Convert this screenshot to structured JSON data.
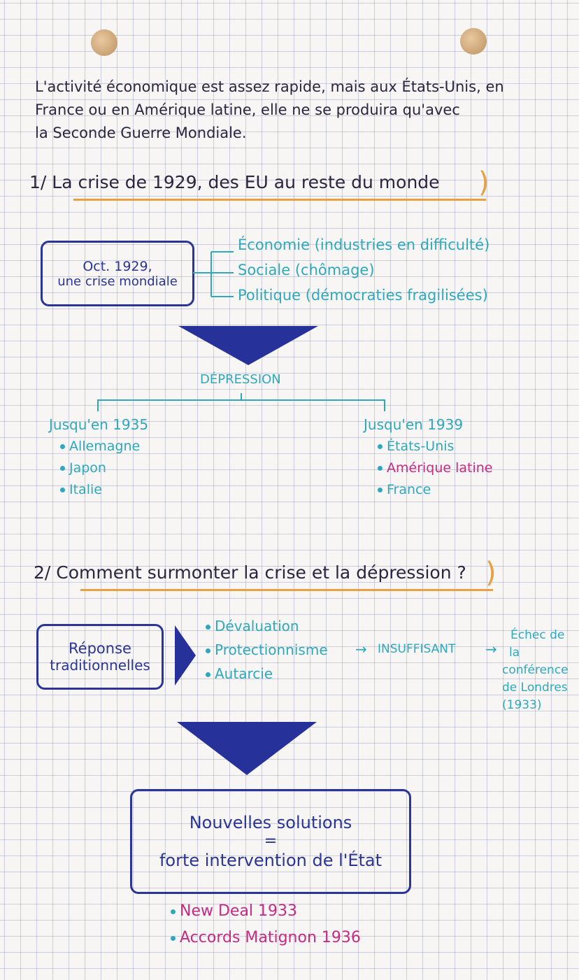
{
  "intro": {
    "line1": "L'activité économique est assez rapide, mais aux États-Unis, en",
    "line2": "France ou en Amérique latine, elle ne se produira qu'avec",
    "line3": "la Seconde Guerre Mondiale."
  },
  "section1": {
    "title": "1/ La crise de 1929, des EU au reste du monde",
    "crisis_box": {
      "line1": "Oct. 1929,",
      "line2": "une crise mondiale"
    },
    "consequences": [
      "Économie (industries en difficulté)",
      "Sociale (chômage)",
      "Politique (démocraties fragilisées)"
    ],
    "depression_label": "DÉPRESSION",
    "left_group": {
      "title": "Jusqu'en 1935",
      "items": [
        "Allemagne",
        "Japon",
        "Italie"
      ]
    },
    "right_group": {
      "title": "Jusqu'en 1939",
      "items": [
        "États-Unis",
        "Amérique latine",
        "France"
      ]
    }
  },
  "section2": {
    "title": "2/ Comment surmonter la crise et la dépression ?",
    "response_box": {
      "line1": "Réponse",
      "line2": "traditionnelles"
    },
    "responses": [
      "Dévaluation",
      "Protectionnisme",
      "Autarcie"
    ],
    "arrow": "→",
    "insufficient": "INSUFFISANT",
    "failure": {
      "line1": "Échec de",
      "line2": "la",
      "line3": "conférence",
      "line4": "de Londres",
      "line5": "(1933)"
    },
    "new_box": {
      "line1": "Nouvelles solutions",
      "equals": "=",
      "line2": "forte intervention de l'État"
    },
    "examples": [
      "New Deal 1933",
      "Accords Matignon 1936"
    ]
  },
  "colors": {
    "navy": "#2a3596",
    "teal": "#2fa8bd",
    "pink": "#c72a83",
    "orange": "#e8a040"
  }
}
